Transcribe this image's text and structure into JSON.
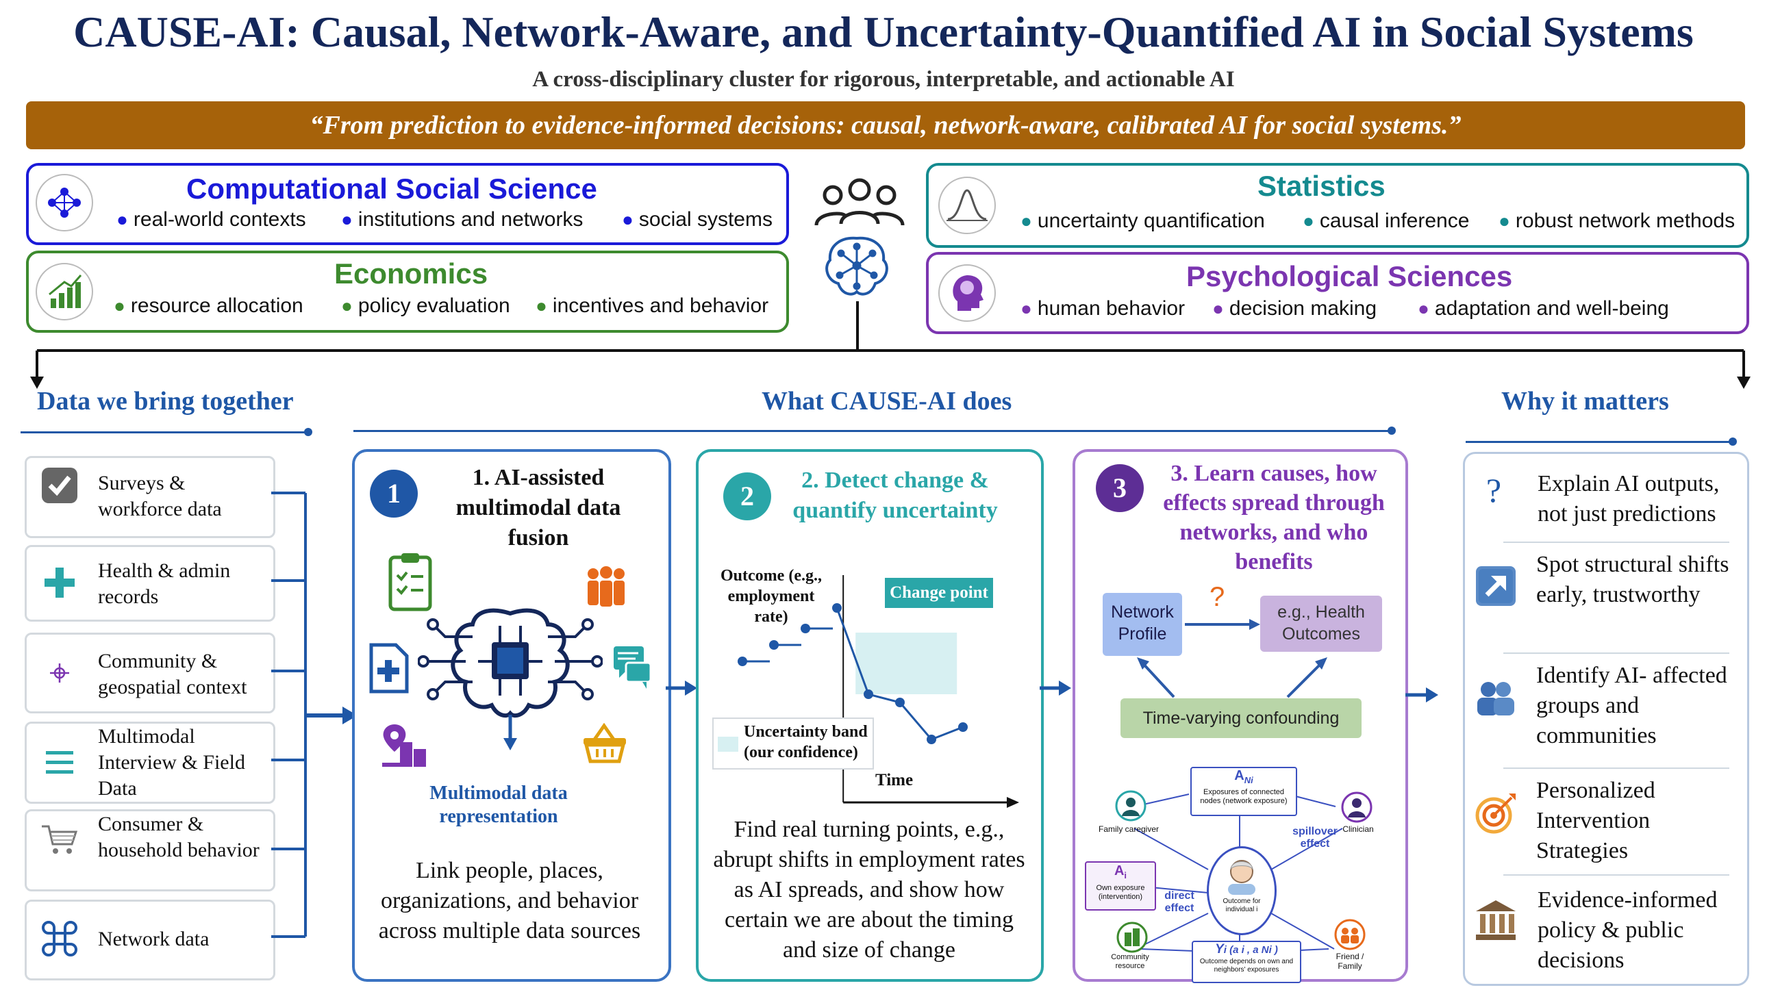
{
  "header": {
    "title": "CAUSE-AI: Causal, Network-Aware, and Uncertainty-Quantified AI in Social Systems",
    "subtitle": "A cross-disciplinary cluster for rigorous, interpretable, and actionable AI",
    "quote": "“From prediction to evidence-informed decisions: causal, network-aware, calibrated AI for social systems.”"
  },
  "disciplines": {
    "css": {
      "title": "Computational Social Science",
      "bullets": [
        "real-world contexts",
        "institutions and networks",
        "social systems"
      ],
      "color": "#1a1ad8"
    },
    "econ": {
      "title": "Economics",
      "bullets": [
        "resource allocation",
        "policy evaluation",
        "incentives and behavior"
      ],
      "color": "#3d8a2e"
    },
    "stats": {
      "title": "Statistics",
      "bullets": [
        "uncertainty quantification",
        "causal inference",
        "robust network methods"
      ],
      "color": "#148a8f"
    },
    "psych": {
      "title": "Psychological Sciences",
      "bullets": [
        "human behavior",
        "decision making",
        "adaptation and well-being"
      ],
      "color": "#7b35b0"
    }
  },
  "sections": {
    "data": "Data we bring together",
    "does": "What CAUSE-AI does",
    "why": "Why it matters"
  },
  "data_sources": [
    {
      "label": "Surveys & workforce data",
      "icon": "checkbox-icon"
    },
    {
      "label": "Health & admin records",
      "icon": "plus-icon"
    },
    {
      "label": "Community & geospatial context",
      "icon": "crosshair-icon"
    },
    {
      "label": "Multimodal Interview & Field Data",
      "icon": "menu-lines-icon"
    },
    {
      "label": "Consumer & household behavior",
      "icon": "shopping-cart-icon"
    },
    {
      "label": "Network data",
      "icon": "command-icon"
    }
  ],
  "panels": {
    "p1": {
      "number": "1",
      "title": "1. AI-assisted multimodal data fusion",
      "representation": "Multimodal data representation",
      "description": "Link people, places, organizations, and behavior across multiple data sources",
      "color": "#1f57a6"
    },
    "p2": {
      "number": "2",
      "title": "2. Detect change & quantify uncertainty",
      "outcome_label": "Outcome (e.g., employment rate)",
      "change_point": "Change point",
      "band_label": "Uncertainty band (our confidence)",
      "time_label": "Time",
      "description": "Find real turning points, e.g., abrupt shifts in employment rates as AI spreads, and show how certain we are about the timing and size of change",
      "color": "#2aa6a8"
    },
    "p3": {
      "number": "3",
      "title": "3. Learn causes, how effects spread through networks, and who benefits",
      "network_profile": "Network Profile",
      "question_mark": "?",
      "health_outcomes": "e.g., Health Outcomes",
      "confounding": "Time-varying confounding",
      "color": "#7b35b0",
      "mini": {
        "a_ni": "A",
        "a_ni_sub": "Ni",
        "a_ni_desc": "Exposures of connected nodes (network exposure)",
        "family": "Family caregiver",
        "clinician": "Clinician",
        "spillover": "spillover effect",
        "a_i": "A",
        "a_i_sub": "i",
        "a_i_desc": "Own exposure (intervention)",
        "direct": "direct effect",
        "outcome_for": "Outcome for individual i",
        "community": "Community resource",
        "y_formula": "Y",
        "y_args": "i (a i , a Ni )",
        "y_desc": "Outcome depends on own and neighbors' exposures",
        "friend": "Friend / Family"
      }
    }
  },
  "why_items": [
    {
      "text": "Explain AI outputs, not just predictions",
      "icon": "question-icon"
    },
    {
      "text": "Spot structural shifts early, trustworthy",
      "icon": "arrow-up-right-icon"
    },
    {
      "text": "Identify AI- affected groups and communities",
      "icon": "people-icon"
    },
    {
      "text": "Personalized Intervention Strategies",
      "icon": "target-icon"
    },
    {
      "text": "Evidence-informed policy & public decisions",
      "icon": "bank-icon"
    }
  ],
  "chart_data": {
    "type": "line",
    "note_values_are_relative": false,
    "series": [
      {
        "name": "",
        "x": [
          1,
          2,
          3,
          4,
          5,
          6,
          7,
          8
        ],
        "y": [
          0.58,
          0.66,
          0.74,
          0.84,
          0.42,
          0.38,
          0.2,
          0.26
        ]
      }
    ],
    "change_point_x": 4.2,
    "xlabel": "Time",
    "ylabel": "Outcome (e.g., employment rate)",
    "annotation": "Change point",
    "legend": [
      "Uncertainty band (our confidence)"
    ]
  }
}
